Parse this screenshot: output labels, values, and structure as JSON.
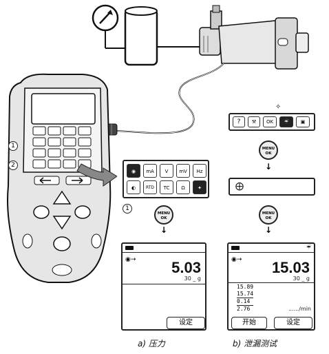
{
  "callouts": {
    "one": "1",
    "two": "2",
    "three": "1"
  },
  "menu_button": {
    "line1": "MENU",
    "line2": "OK"
  },
  "icons_pressure": [
    "mA",
    "V",
    "mV",
    "Hz",
    "RTD",
    "TC",
    "Ω"
  ],
  "icons_leak": [
    "?",
    "OK"
  ],
  "panel_a": {
    "value": "5.03",
    "units": "30 _ g",
    "softkey": "设定"
  },
  "panel_b": {
    "value": "15.03",
    "units": "30 _ g",
    "readings": [
      "15.89",
      "15.74",
      "0.14",
      "2.76"
    ],
    "rate_unit": "....../min",
    "softkey_left": "开始",
    "softkey_right": "设定"
  },
  "captions": {
    "a": "a) 压力",
    "b": "b) 泄漏测试"
  }
}
